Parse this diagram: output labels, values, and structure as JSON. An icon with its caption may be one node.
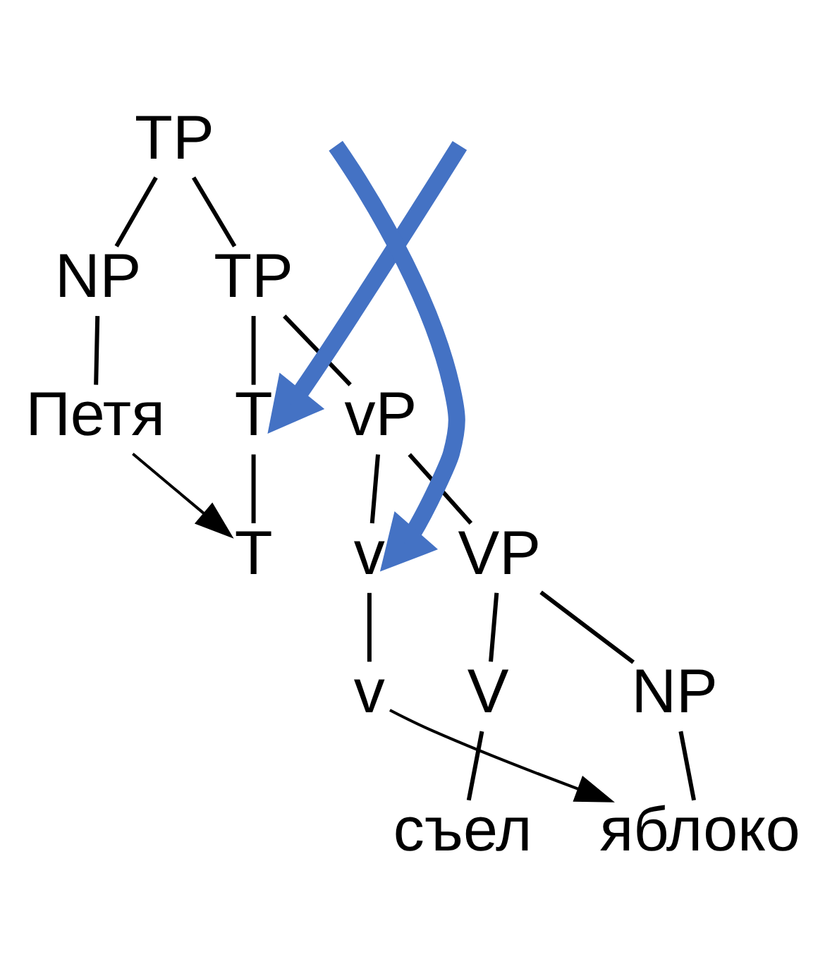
{
  "diagram": {
    "nodes": [
      {
        "text": [
          "TP"
        ]
      },
      {
        "text": [
          "NP"
        ]
      },
      {
        "text": [
          "TP"
        ]
      },
      {
        "text": [
          "Петя"
        ]
      },
      {
        "text": [
          "T"
        ]
      },
      {
        "text": [
          "vP"
        ]
      },
      {
        "text": [
          "T"
        ]
      },
      {
        "text": [
          "v"
        ]
      },
      {
        "text": [
          "VP"
        ]
      },
      {
        "text": [
          "v"
        ]
      },
      {
        "text": [
          "V"
        ]
      },
      {
        "text": [
          "NP"
        ]
      },
      {
        "text": [
          "съел"
        ]
      },
      {
        "text": [
          "яблоко"
        ]
      }
    ],
    "edges": [
      {
        "from": 0,
        "to": 1,
        "arrow": "none"
      },
      {
        "from": 0,
        "to": 2,
        "arrow": "none"
      },
      {
        "from": 1,
        "to": 3,
        "arrow": "none"
      },
      {
        "from": 2,
        "to": 4,
        "arrow": "none"
      },
      {
        "from": 2,
        "to": 5,
        "arrow": "none"
      },
      {
        "from": 4,
        "to": 6,
        "arrow": "none"
      },
      {
        "from": 5,
        "to": 7,
        "arrow": "none"
      },
      {
        "from": 5,
        "to": 8,
        "arrow": "none"
      },
      {
        "from": 7,
        "to": 9,
        "arrow": "none"
      },
      {
        "from": 8,
        "to": 10,
        "arrow": "none"
      },
      {
        "from": 8,
        "to": 11,
        "arrow": "none"
      },
      {
        "from": 10,
        "to": 12,
        "arrow": "none"
      },
      {
        "from": 11,
        "to": 13,
        "arrow": "none"
      },
      {
        "from": 3,
        "to": 6,
        "arrow": "to"
      },
      {
        "from": 9,
        "to": 13,
        "arrow": "to"
      },
      {
        "from": null,
        "to": 4,
        "arrow": "to",
        "style": "thick",
        "color": "#4472c4"
      },
      {
        "from": null,
        "to": 7,
        "arrow": "to",
        "style": "thick",
        "color": "#4472c4"
      }
    ]
  }
}
